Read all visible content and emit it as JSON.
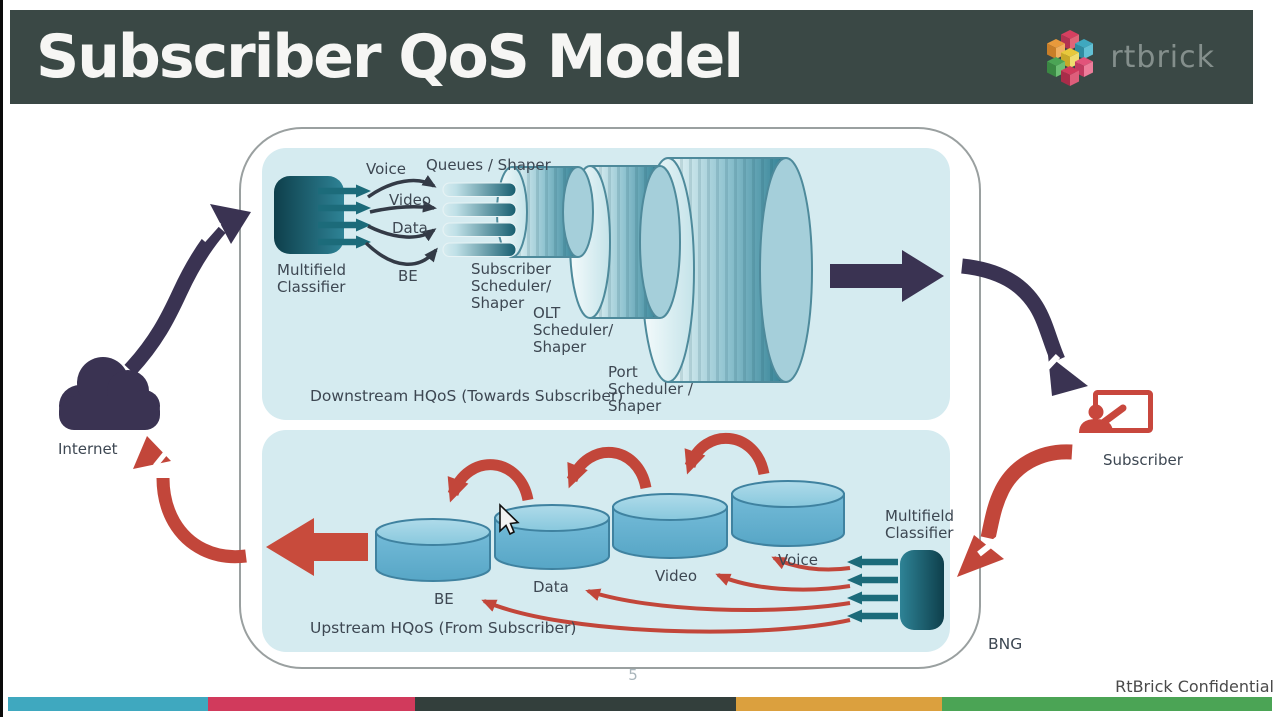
{
  "header": {
    "title": "Subscriber QoS Model",
    "logo_text": "rtbrick"
  },
  "footer": {
    "page_number": "5",
    "confidential": "RtBrick Confidential"
  },
  "diagram": {
    "internet_label": "Internet",
    "subscriber_label": "Subscriber",
    "bng_label": "BNG",
    "downstream": {
      "section_label": "Downstream HQoS (Towards Subscriber)",
      "classifier_lines": [
        "Multifield",
        "Classifier"
      ],
      "queues_label": "Queues / Shaper",
      "flows": [
        "Voice",
        "Video",
        "Data",
        "BE"
      ],
      "subscriber_scheduler_lines": [
        "Subscriber",
        "Scheduler/",
        "Shaper"
      ],
      "olt_scheduler_lines": [
        "OLT",
        "Scheduler/",
        "Shaper"
      ],
      "port_scheduler_lines": [
        "Port",
        "Scheduler /",
        "Shaper"
      ]
    },
    "upstream": {
      "section_label": "Upstream HQoS (From Subscriber)",
      "bucket_labels": [
        "BE",
        "Data",
        "Video",
        "Voice"
      ],
      "classifier_lines": [
        "Multifield",
        "Classifier"
      ]
    }
  },
  "colors": {
    "header_bg": "#3A4845",
    "panel_blue": "#D5EBF0",
    "classifier_teal": "#145565",
    "downstream_arrow": "#3A3352",
    "upstream_arrow": "#C2463A",
    "stripe": [
      "#3FA8BF",
      "#D13A5C",
      "#333F3C",
      "#DBA03E",
      "#4BA455"
    ]
  }
}
